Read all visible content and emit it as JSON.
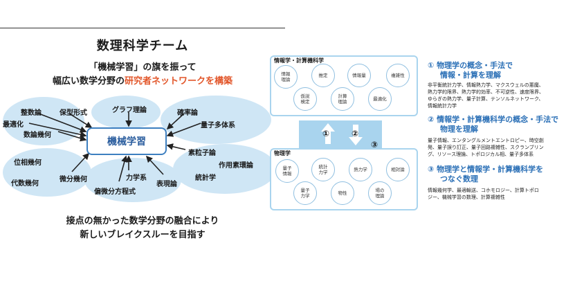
{
  "left": {
    "title": "数理科学チーム",
    "subtitle_1": "「機械学習」の旗を振って",
    "subtitle_2_plain": "幅広い数学分野の",
    "subtitle_2_highlight": "研究者ネットワークを構築",
    "center": "機械学習",
    "topics": {
      "seisuron": "整数論",
      "hoshokeishiki": "保型形式",
      "graph": "グラフ理論",
      "kakuritsu": "確率論",
      "saitekika": "最適化",
      "suronkika": "数論幾何",
      "ryoshi": "量子多体系",
      "soryushi": "素粒子論",
      "isokika": "位相幾何",
      "sayoso": "作用素環論",
      "tokei": "統計学",
      "bibunkika": "微分幾何",
      "daisukika": "代数幾何",
      "rikigaku": "力学系",
      "hyogen": "表現論",
      "henbibun": "偏微分方程式"
    },
    "bottom_1": "接点の無かった数学分野の融合により",
    "bottom_2": "新しいブレイクスルーを目指す"
  },
  "diagram": {
    "top_panel_label": "情報学・計算機科学",
    "top_circles": [
      "情報\n理論",
      "推定",
      "情報量",
      "複雑性",
      "仮説\n検定",
      "計算\n理論",
      "最適化"
    ],
    "bottom_panel_label": "物理学",
    "bottom_circles": [
      "量子\n情報",
      "統計\n力学",
      "熱力学",
      "相対論",
      "量子\n力学",
      "物性",
      "場の\n理論"
    ],
    "arrow_labels": [
      "①",
      "②",
      "③"
    ]
  },
  "right": {
    "item1_title_a": "① 物理学の概念・手法で",
    "item1_title_b": "情報・計算を理解",
    "item1_body": [
      "非平衡統計力学、情報熱力学、マクスウェルの悪魔、",
      "熱力学的限界、熱力学的効率、不可逆性、速度限界、",
      "ゆらぎの熱力学、量子計算、テンソルネットワーク、",
      "情報統計力学"
    ],
    "item2_title_a": "② 情報学・計算機科学の概念・手法で",
    "item2_title_b": "物理を理解",
    "item2_body": [
      "量子情報、エンタングルメントエントロピー、時空創",
      "発、量子誤り訂正、量子回路複雑性、スクランブリン",
      "グ、リソース理論、トポロジカル相、量子多体系"
    ],
    "item3_title_a": "③ 物理学と情報学・計算機科学を",
    "item3_title_b": "つなぐ数理",
    "item3_body": [
      "情報幾何学、最適輸送、コホモロジー、計算トポロ",
      "ジー、機械学習の数理、計算複雑性"
    ]
  },
  "colors": {
    "accent_blue": "#2a6fb6",
    "highlight_red": "#e2572b",
    "blob_blue": "#cfe6f5",
    "panel_border": "#a9d4ee"
  }
}
